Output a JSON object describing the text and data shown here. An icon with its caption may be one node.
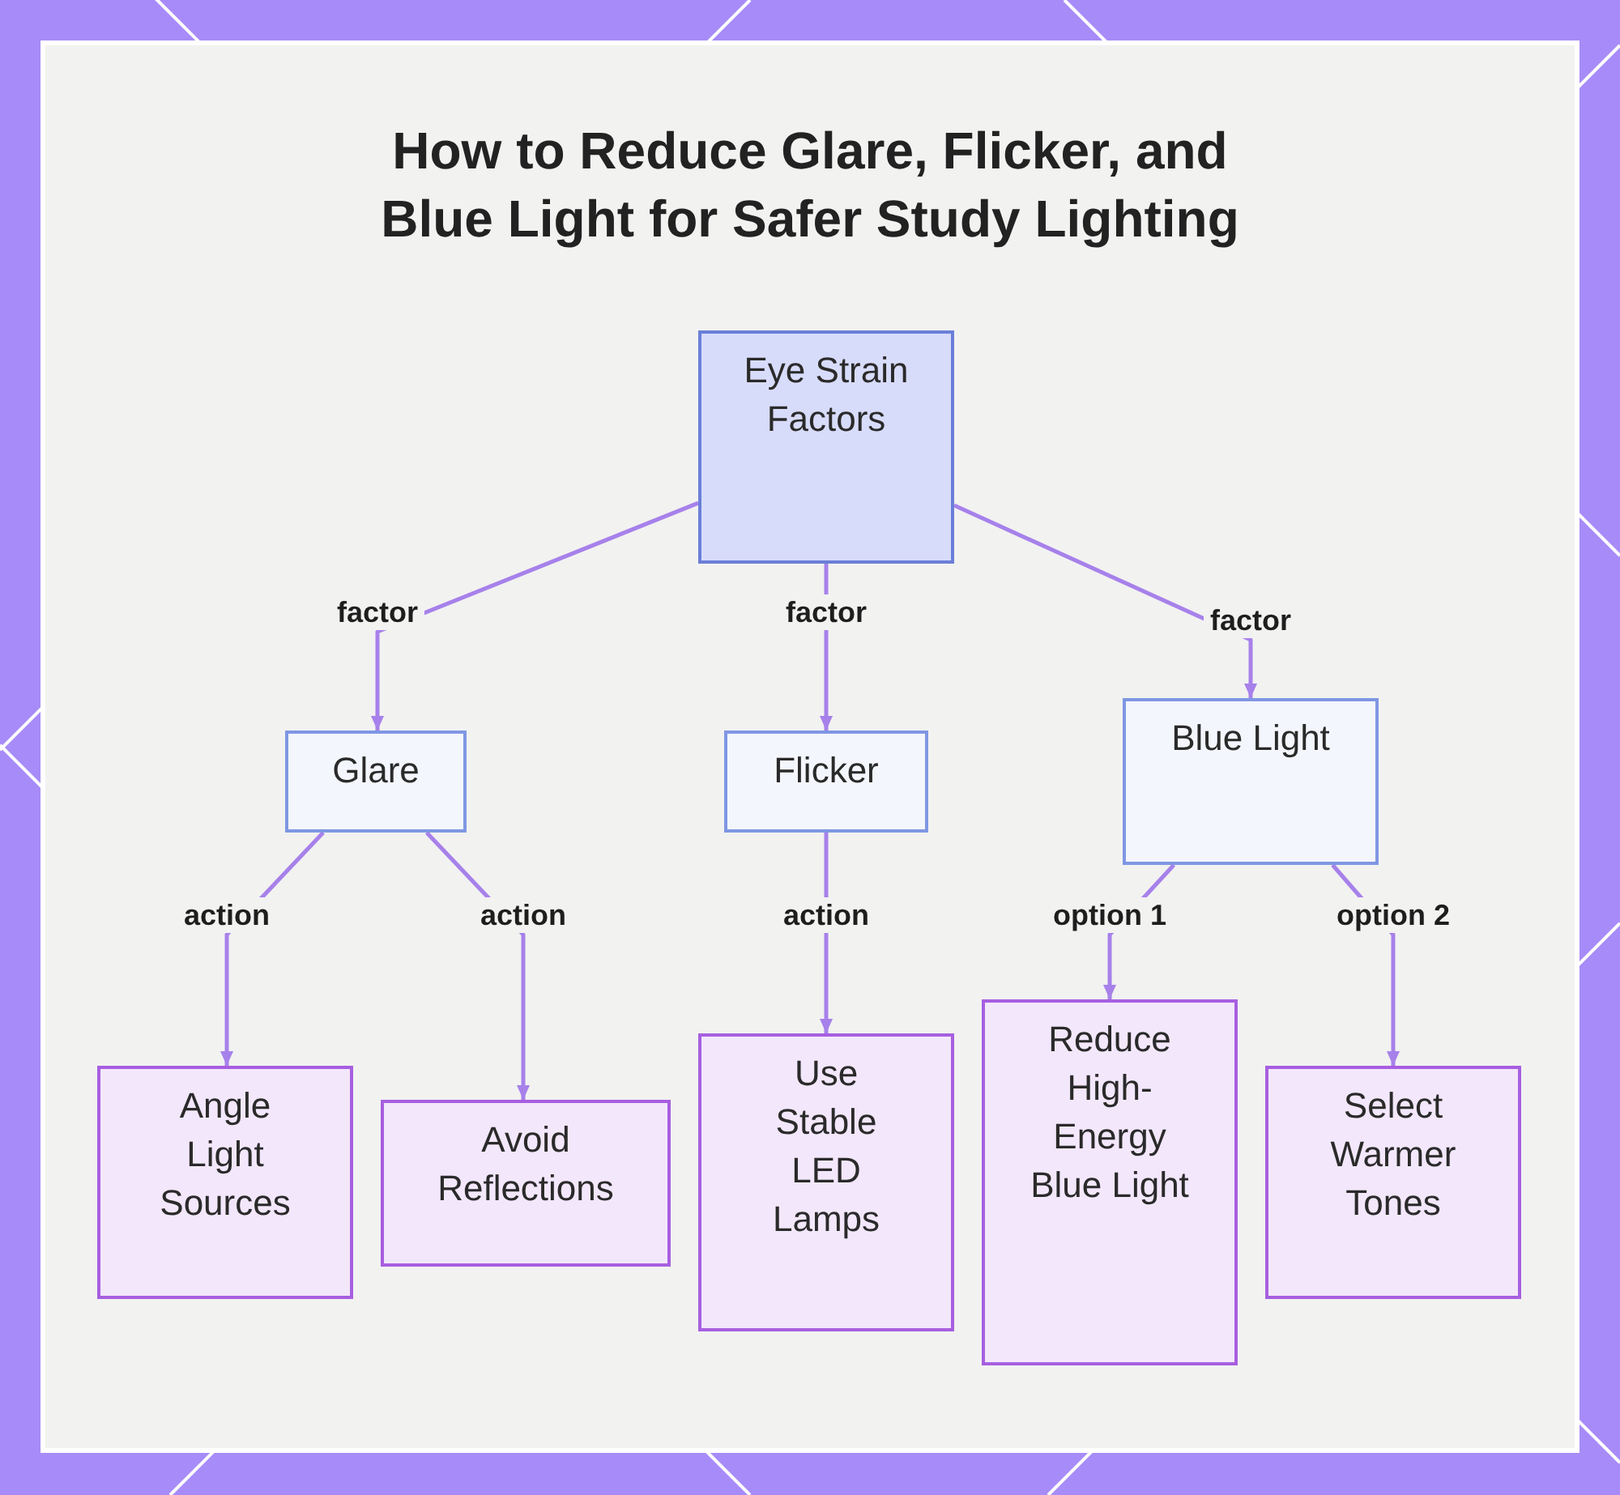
{
  "diagram": {
    "title": "How to Reduce Glare, Flicker, and Blue Light for Safer Study Lighting",
    "nodes": [
      {
        "text": [
          "Eye Strain Factors"
        ]
      },
      {
        "text": [
          "Glare"
        ]
      },
      {
        "text": [
          "Flicker"
        ]
      },
      {
        "text": [
          "Blue Light"
        ]
      },
      {
        "text": [
          "Angle Light Sources"
        ]
      },
      {
        "text": [
          "Avoid Reflections"
        ]
      },
      {
        "text": [
          "Use Stable LED Lamps"
        ]
      },
      {
        "text": [
          "Reduce High-Energy Blue Light"
        ]
      },
      {
        "text": [
          "Select Warmer Tones"
        ]
      }
    ],
    "edges": [
      {
        "from": 0,
        "to": 1,
        "arrow": "to",
        "label": "factor"
      },
      {
        "from": 0,
        "to": 2,
        "arrow": "to",
        "label": "factor"
      },
      {
        "from": 0,
        "to": 3,
        "arrow": "to",
        "label": "factor"
      },
      {
        "from": 1,
        "to": 4,
        "arrow": "to",
        "label": "action"
      },
      {
        "from": 1,
        "to": 5,
        "arrow": "to",
        "label": "action"
      },
      {
        "from": 2,
        "to": 6,
        "arrow": "to",
        "label": "action"
      },
      {
        "from": 3,
        "to": 7,
        "arrow": "to",
        "label": "option 1"
      },
      {
        "from": 3,
        "to": 8,
        "arrow": "to",
        "label": "option 2"
      }
    ]
  }
}
